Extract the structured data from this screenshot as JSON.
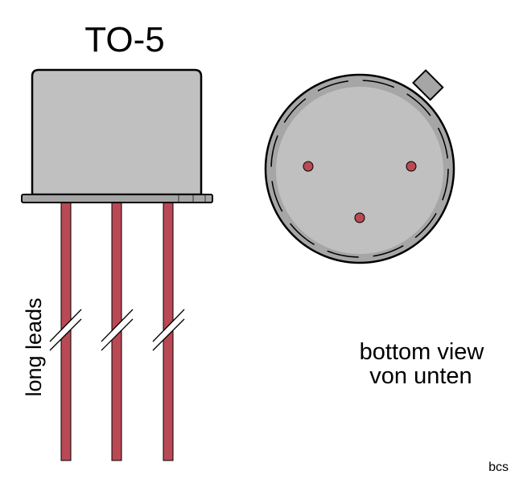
{
  "title": "TO-5",
  "side_label": "long leads",
  "bottom_label_line1": "bottom view",
  "bottom_label_line2": "von unten",
  "credit": "bcs",
  "colors": {
    "body": "#c0c0c0",
    "flange": "#a6a6a6",
    "lead": "#b94a55",
    "outline": "#000000"
  },
  "lead_count": 3
}
